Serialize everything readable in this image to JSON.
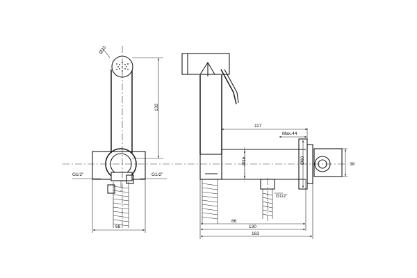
{
  "dimensions": {
    "spray_head_diameter": "Ø23",
    "height": "132",
    "thread_left_1": "G1/2\"",
    "thread_left_2": "G1/2\"",
    "width_front": "68",
    "length_117": "117",
    "max_depth": "Max.44",
    "body_diameter": "Ø36",
    "flange_diameter": "Ø60",
    "outlet_thread": "G1/2\"",
    "flange_side": "38",
    "length_86": "86",
    "length_130": "130",
    "overall_length": "163"
  }
}
